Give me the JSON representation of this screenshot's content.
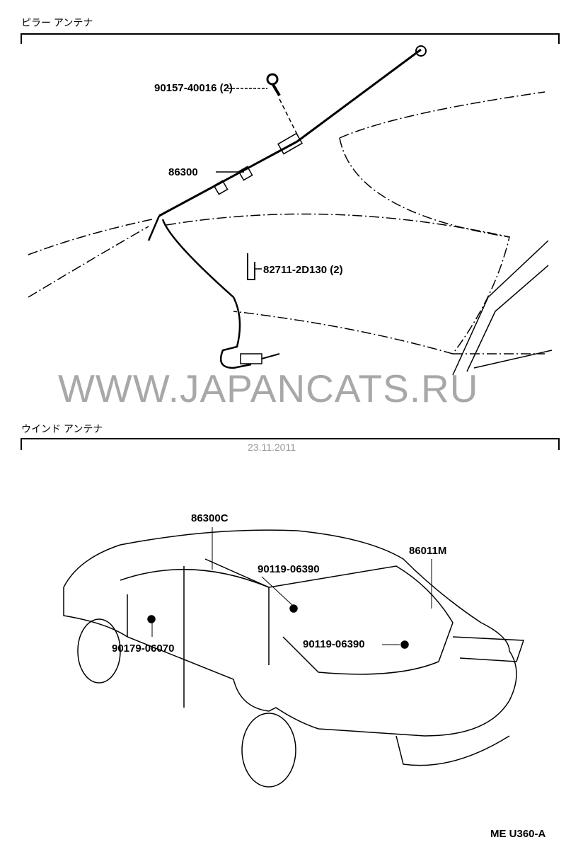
{
  "sections": [
    {
      "title": "ピラー アンテナ"
    },
    {
      "title": "ウインド アンテナ"
    }
  ],
  "top_parts": [
    {
      "label": "90157-40016 (2)"
    },
    {
      "label": "86300"
    },
    {
      "label": "82711-2D130 (2)"
    }
  ],
  "bottom_parts": [
    {
      "label": "86300C"
    },
    {
      "label": "86011M"
    },
    {
      "label": "90119-06390"
    },
    {
      "label": "90179-06070"
    },
    {
      "label": "90119-06390"
    }
  ],
  "watermark": "WWW.JAPANCATS.RU",
  "date": "23.11.2011",
  "diagram_code": "ME U360-A"
}
